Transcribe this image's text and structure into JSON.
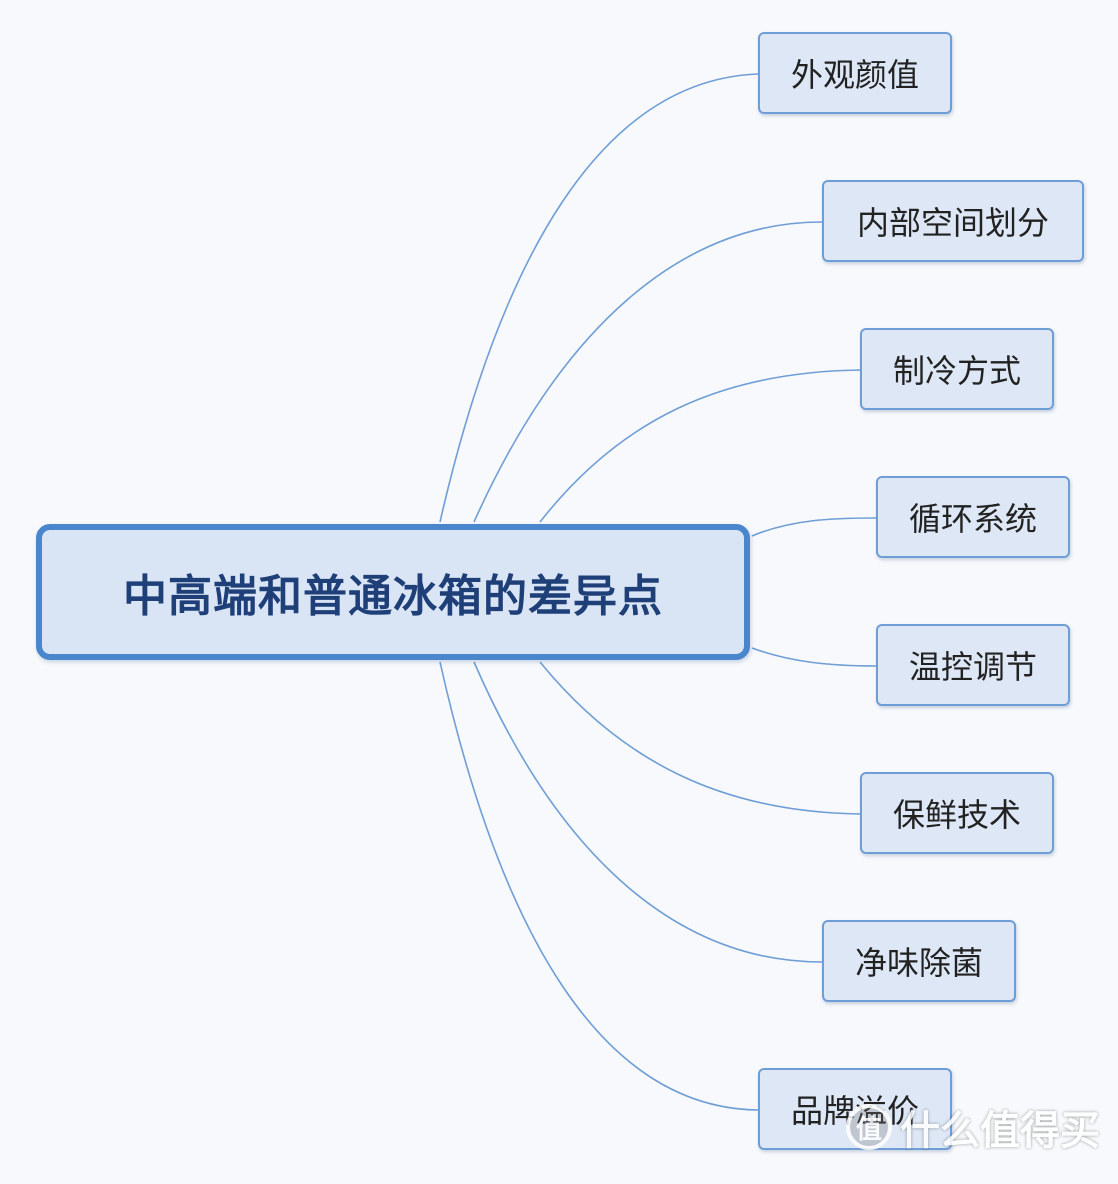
{
  "central": {
    "title": "中高端和普通冰箱的差异点"
  },
  "branches": [
    {
      "label": "外观颜值"
    },
    {
      "label": "内部空间划分"
    },
    {
      "label": "制冷方式"
    },
    {
      "label": "循环系统"
    },
    {
      "label": "温控调节"
    },
    {
      "label": "保鲜技术"
    },
    {
      "label": "净味除菌"
    },
    {
      "label": "品牌溢价"
    }
  ],
  "watermark": {
    "logo_glyph": "值",
    "text": "什么值得买"
  },
  "colors": {
    "central_border": "#4a86cc",
    "central_fill": "#d9e4f4",
    "branch_border": "#6f9ed6",
    "branch_fill": "#dde7f5",
    "connector": "#6f9ed6",
    "title_text": "#1f3f78"
  }
}
